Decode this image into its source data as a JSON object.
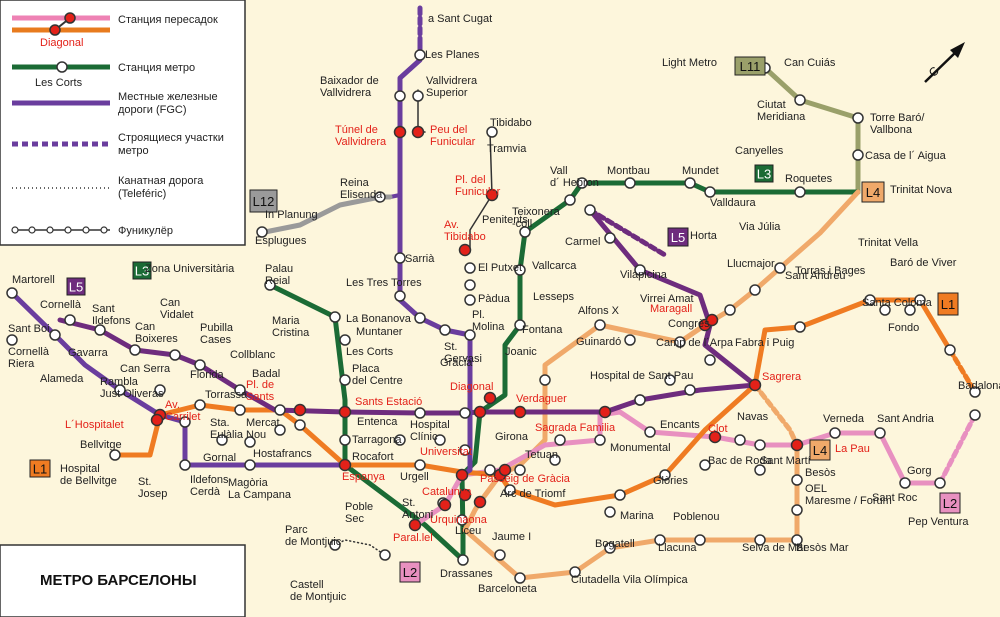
{
  "title": "МЕТРО БАРСЕЛОНЫ",
  "legend": [
    {
      "kind": "interchange",
      "label": "Станция пересадок",
      "example": "Diagonal"
    },
    {
      "kind": "station",
      "label": "Станция метро",
      "example": "Les Corts"
    },
    {
      "kind": "fgc",
      "label": "Местные железные дороги (FGC)"
    },
    {
      "kind": "construction",
      "label": "Строящиеся участки метро"
    },
    {
      "kind": "cable",
      "label": "Канатная дорога (Teleféric)"
    },
    {
      "kind": "funicular",
      "label": "Фуникулёр"
    }
  ],
  "colors": {
    "background": "#fdf6dc",
    "interchange": "#ee82b4",
    "diagonal_orange": "#e87b1e",
    "L1": "#ef7b22",
    "L2": "#e890c0",
    "L3": "#1b6b35",
    "L4": "#f0a96a",
    "L5": "#6e2c7e",
    "L11": "#9aa06a",
    "L12": "#9a9a9a",
    "FGC": "#6a3d9e",
    "red": "#e32119"
  },
  "line_badges": [
    {
      "text": "L11",
      "color": "#9aa06a"
    },
    {
      "text": "L3",
      "color": "#1b6b35"
    },
    {
      "text": "L4",
      "color": "#f0a96a"
    },
    {
      "text": "L5",
      "color": "#6e2c7e"
    },
    {
      "text": "L12",
      "color": "#9a9a9a"
    },
    {
      "text": "L3",
      "color": "#1b6b35"
    },
    {
      "text": "L5",
      "color": "#6e2c7e"
    },
    {
      "text": "L1",
      "color": "#ef7b22"
    },
    {
      "text": "L1",
      "color": "#ef7b22"
    },
    {
      "text": "L4",
      "color": "#f0a96a"
    },
    {
      "text": "L2",
      "color": "#e890c0"
    },
    {
      "text": "L2",
      "color": "#e890c0"
    }
  ],
  "labels": [
    "a Sant Cugat",
    "Les Planes",
    "Baixador de Vallvidrera",
    "Vallvidrera Superior",
    "Túnel de Vallvidrera",
    "Peu del Funicular",
    "Tibidabo",
    "Tramvia",
    "Pl. del Funicular",
    "Av. Tibidabo",
    "El Putxet",
    "Pàdua",
    "Pl. Molina",
    "St. Gervasi",
    "Gràcia",
    "Reina Elisenda",
    "In Planung",
    "Esplugues",
    "Sarrià",
    "Les Tres Torres",
    "La Bonanova",
    "Muntaner",
    "Zona Universitària",
    "Palau Reial",
    "Maria Cristina",
    "Les Corts",
    "Placa del Centre",
    "Sants Estació",
    "Pl. de Sants",
    "Entenca",
    "Tarragona",
    "Rocafort",
    "Hospital Clínic",
    "Diagonal",
    "Espanya",
    "Urgell",
    "Universitat",
    "Catalunya",
    "Urquinaona",
    "Passeig de Gràcia",
    "Girona",
    "Tetuan",
    "Arc de Triomf",
    "St. Antoni",
    "Poble Sec",
    "Paral.lel",
    "Liceu",
    "Drassanes",
    "Jaume I",
    "Barceloneta",
    "Parc de Montjuic",
    "Castell de Montjuic",
    "Martorell",
    "Sant Boi",
    "Cornellà",
    "Cornellà Riera",
    "Sant Ildefons",
    "Can Boixeres",
    "Can Vidalet",
    "Pubilla Cases",
    "Gavarra",
    "Can Serra",
    "Florida",
    "Collblanc",
    "Badal",
    "Rambla Just Oliveras",
    "Alameda",
    "Torrassa",
    "L´Hospitalet",
    "Av. Carrilet",
    "Sta. Eulàlia",
    "Mercat Nou",
    "Gornal",
    "Hostafrancs",
    "Bellvitge",
    "Hospital de Bellvitge",
    "St. Josep",
    "Ildefons Cerdà",
    "Magòria La Campana",
    "Light Metro",
    "Can Cuiás",
    "Ciutat Meridiana",
    "Torre Baró/ Vallbona",
    "Casa de l´ Aigua",
    "Trinitat Nova",
    "Canyelles",
    "Roquetes",
    "Vall d´ Hebron",
    "Montbau",
    "Mundet",
    "Valldaura",
    "Teixonera -coll",
    "Penitents",
    "Vallcarca",
    "Lesseps",
    "Fontana",
    "Carmel",
    "Horta",
    "Via Júlia",
    "Llucmajor",
    "Vilapicina",
    "Virrei Amat",
    "Maragall",
    "Alfons X",
    "Guinardó",
    "Joanic",
    "Congrès",
    "Camp de l´Arpa",
    "Hospital de Sant Pau",
    "Sagrada Familia",
    "Verdaguer",
    "Sagrera",
    "Fabra i Puig",
    "Sant Andreu",
    "Torras i Bages",
    "Trinitat Vella",
    "Baró de Viver",
    "Santa Coloma",
    "Fondo",
    "Badalona Centre",
    "Encants",
    "Navas",
    "Clot",
    "Monumental",
    "Bac de Roda",
    "Sant Martí",
    "La Pau",
    "Verneda",
    "Sant Andria",
    "Besòs",
    "OEL Maresme / Forum",
    "Gorg",
    "Sant Roc",
    "Pep Ventura",
    "Glòries",
    "Marina",
    "Poblenou",
    "Bogatell",
    "Llacuna",
    "Selva de Mar",
    "Besòs Mar",
    "Ciutadella Vila Olímpica"
  ]
}
